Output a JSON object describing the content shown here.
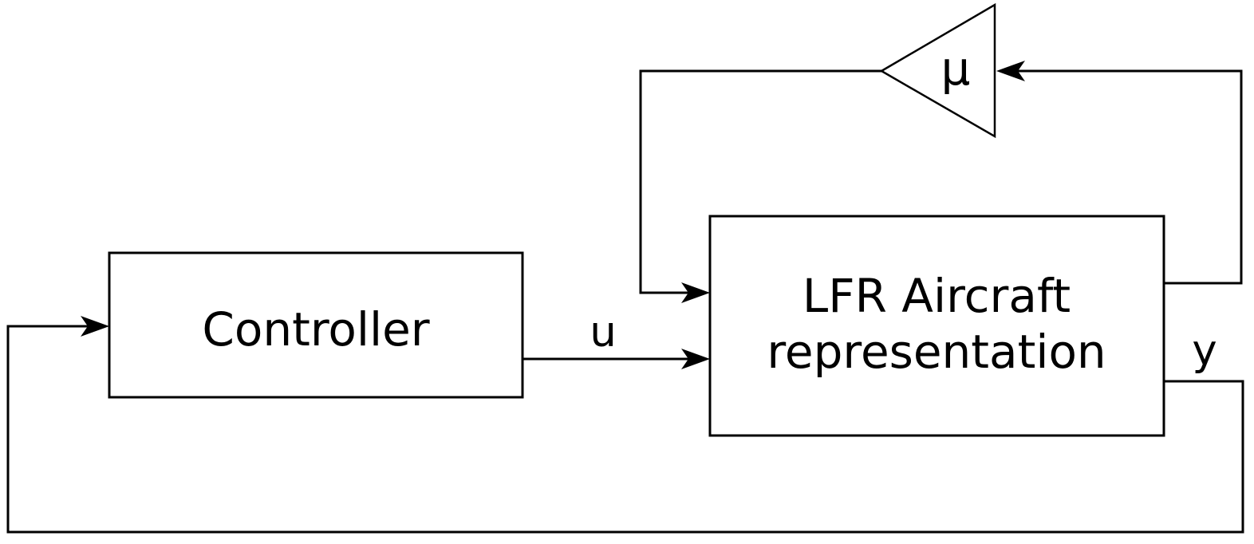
{
  "diagram": {
    "background_color": "#ffffff",
    "stroke_color": "#000000",
    "blocks": {
      "controller": {
        "label": "Controller"
      },
      "plant": {
        "label_line1": "LFR Aircraft",
        "label_line2": "representation"
      },
      "gain": {
        "label": "μ"
      }
    },
    "signals": {
      "control_input": "u",
      "measured_output": "y"
    }
  }
}
